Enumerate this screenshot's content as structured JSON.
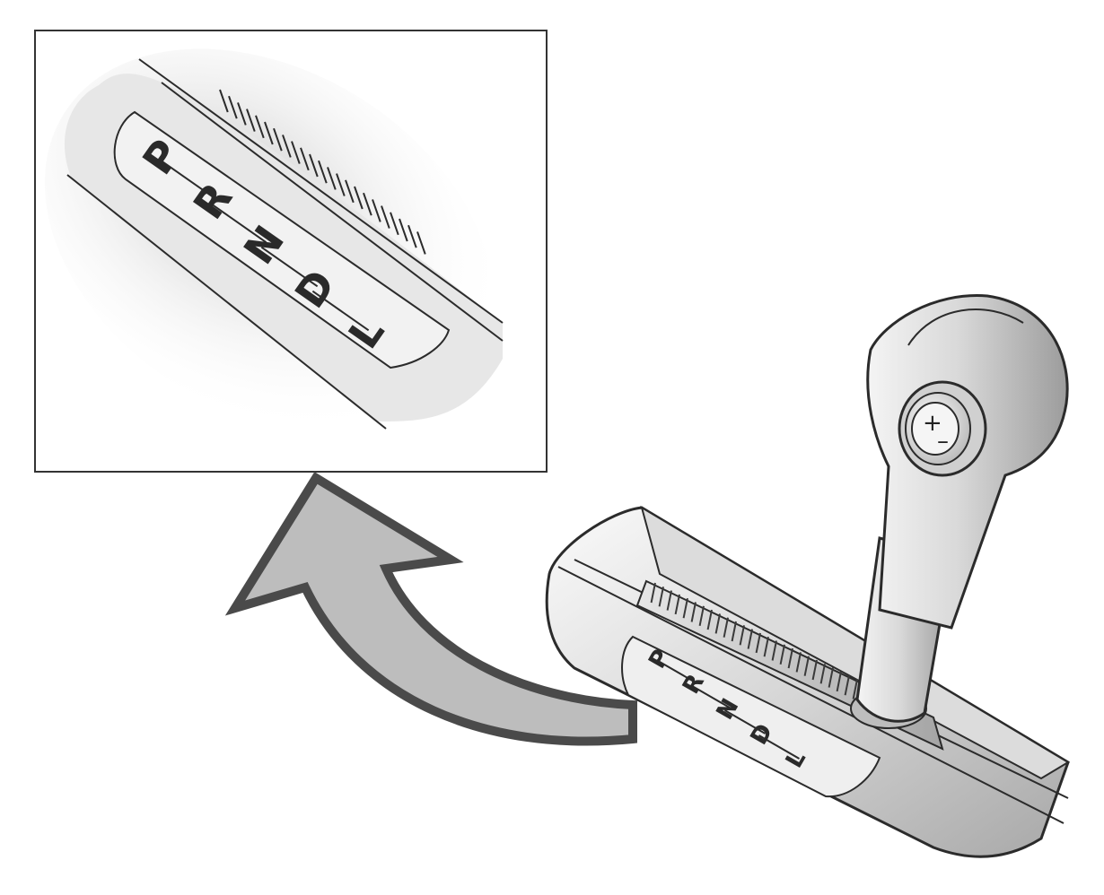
{
  "detail_view": {
    "gears": [
      {
        "label": "P"
      },
      {
        "label": "R"
      },
      {
        "label": "N"
      },
      {
        "label": "D"
      },
      {
        "label": "L"
      }
    ]
  },
  "shifter": {
    "gears": [
      {
        "label": "P"
      },
      {
        "label": "R"
      },
      {
        "label": "N"
      },
      {
        "label": "D"
      },
      {
        "label": "L"
      }
    ],
    "knob_button": {
      "plus": "+",
      "minus": "–"
    }
  },
  "colors": {
    "outline": "#2b2b2b",
    "arrow_fill": "#bdbdbd",
    "arrow_stroke": "#4a4a4a",
    "metal_light": "#f2f2f2",
    "metal_mid": "#cfcfcf",
    "metal_dark": "#9a9a9a"
  }
}
